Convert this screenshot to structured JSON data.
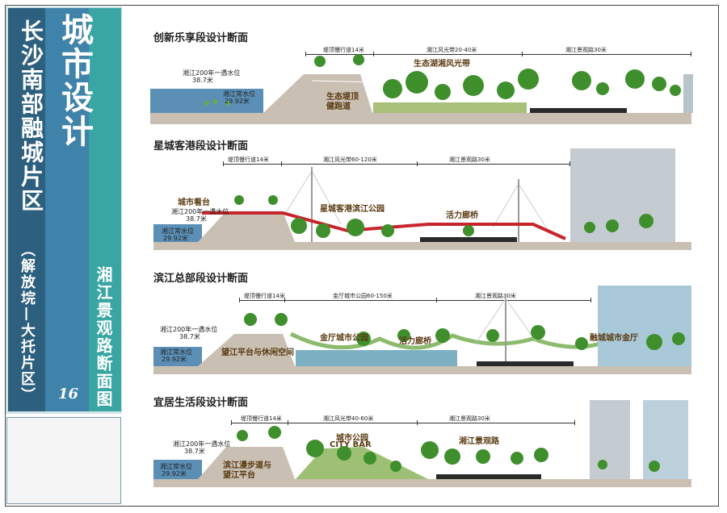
{
  "sidebar": {
    "title_main": "城市设计",
    "title_place": "长沙南部融城片区",
    "title_sub": "（解放垸—大托片区）",
    "drawing_title": "湘江景观路断面图",
    "page_number": "16"
  },
  "sections": [
    {
      "title": "创新乐享段设计断面",
      "dims": [
        "堤顶慢行道14米",
        "湘江风光带20-40米",
        "湘江景观路30米"
      ],
      "labels": {
        "flood200": "湘江200年一遇水位",
        "flood200_val": "38.7米",
        "normal": "湘江常水位",
        "normal_val": "29.92米",
        "path": "生态堤顶健跑道",
        "band": "生态湖湘风光带"
      }
    },
    {
      "title": "星城客港段设计断面",
      "dims": [
        "堤顶慢行道14米",
        "湘江风光带60-120米",
        "湘江景观路30米"
      ],
      "labels": {
        "flood200": "湘江200年一遇水位",
        "flood200_val": "38.7米",
        "normal": "湘江常水位",
        "normal_val": "29.92米",
        "stand": "城市看台",
        "park": "星城客港滨江公园",
        "bridge": "活力廊桥"
      }
    },
    {
      "title": "滨江总部段设计断面",
      "dims": [
        "堤顶慢行道14米",
        "金厅城市公园60-150米",
        "湘江景观路30米"
      ],
      "labels": {
        "flood200": "湘江200年一遇水位",
        "flood200_val": "38.7米",
        "normal": "湘江常水位",
        "normal_val": "29.92米",
        "platform": "望江平台与休闲空间",
        "park": "金厅城市公园",
        "bridge": "活力廊桥",
        "hall": "融城城市金厅"
      }
    },
    {
      "title": "宜居生活段设计断面",
      "dims": [
        "堤顶慢行道14米",
        "湘江风光带40-60米",
        "湘江景观路30米"
      ],
      "labels": {
        "flood200": "湘江200年一遇水位",
        "flood200_val": "38.7米",
        "normal": "湘江常水位",
        "normal_val": "29.92米",
        "walk": "滨江漫步道与望江平台",
        "park": "城市公园",
        "bar": "CITY BAR",
        "road": "湘江景观路"
      }
    }
  ],
  "colors": {
    "sidebar_dark": "#2d5f7e",
    "sidebar_mid": "#3f82aa",
    "sidebar_teal": "#3aa6a3",
    "ground": "#c9bfb3",
    "water": "#5b8fb6",
    "tree": "#3f8f2d",
    "bridge_red": "#c8242b"
  }
}
